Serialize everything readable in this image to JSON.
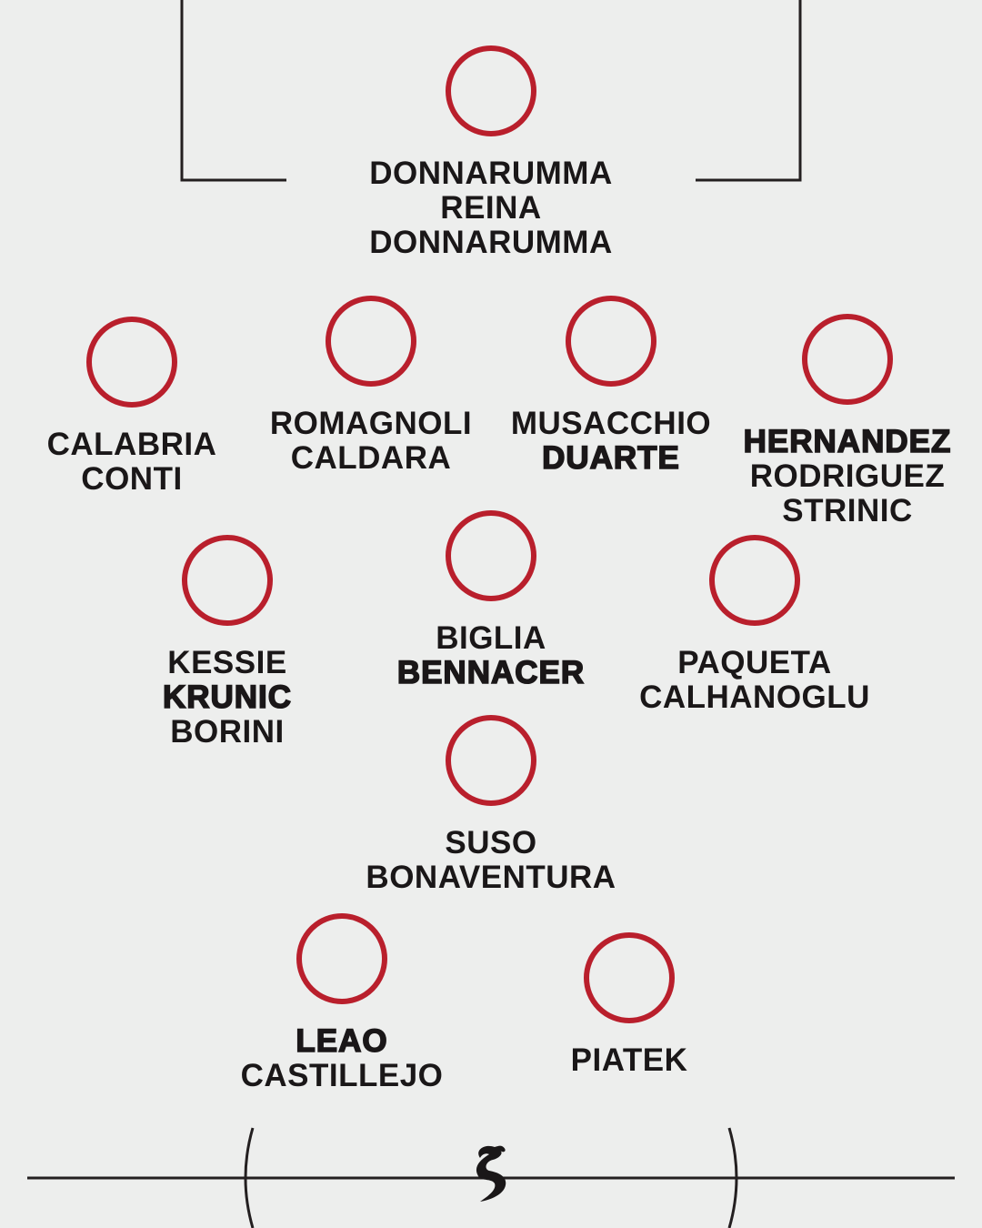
{
  "colors": {
    "background": "#edeeed",
    "circle": "#b91f2c",
    "text": "#1a1718"
  },
  "players": [
    {
      "role": "goalkeeper",
      "names": [
        {
          "text": "DONNARUMMA",
          "bold": false
        },
        {
          "text": "REINA",
          "bold": false
        },
        {
          "text": "DONNARUMMA",
          "bold": false
        }
      ]
    },
    {
      "role": "right-back",
      "names": [
        {
          "text": "CALABRIA",
          "bold": false
        },
        {
          "text": "CONTI",
          "bold": false
        }
      ]
    },
    {
      "role": "centre-back-right",
      "names": [
        {
          "text": "ROMAGNOLI",
          "bold": false
        },
        {
          "text": "CALDARA",
          "bold": false
        }
      ]
    },
    {
      "role": "centre-back-left",
      "names": [
        {
          "text": "MUSACCHIO",
          "bold": false
        },
        {
          "text": "DUARTE",
          "bold": true
        }
      ]
    },
    {
      "role": "left-back",
      "names": [
        {
          "text": "HERNANDEZ",
          "bold": true
        },
        {
          "text": "RODRIGUEZ",
          "bold": false
        },
        {
          "text": "STRINIC",
          "bold": false
        }
      ]
    },
    {
      "role": "right-midfield",
      "names": [
        {
          "text": "KESSIE",
          "bold": false
        },
        {
          "text": "KRUNIC",
          "bold": true
        },
        {
          "text": "BORINI",
          "bold": false
        }
      ]
    },
    {
      "role": "central-midfield",
      "names": [
        {
          "text": "BIGLIA",
          "bold": false
        },
        {
          "text": "BENNACER",
          "bold": true
        }
      ]
    },
    {
      "role": "left-midfield",
      "names": [
        {
          "text": "PAQUETA",
          "bold": false
        },
        {
          "text": "CALHANOGLU",
          "bold": false
        }
      ]
    },
    {
      "role": "attacking-midfield",
      "names": [
        {
          "text": "SUSO",
          "bold": false
        },
        {
          "text": "BONAVENTURA",
          "bold": false
        }
      ]
    },
    {
      "role": "forward-right",
      "names": [
        {
          "text": "LEAO",
          "bold": true
        },
        {
          "text": "CASTILLEJO",
          "bold": false
        }
      ]
    },
    {
      "role": "forward-left",
      "names": [
        {
          "text": "PIATEK",
          "bold": false
        }
      ]
    }
  ],
  "logo": {
    "icon": "gothic-s-logo",
    "text": "S"
  }
}
